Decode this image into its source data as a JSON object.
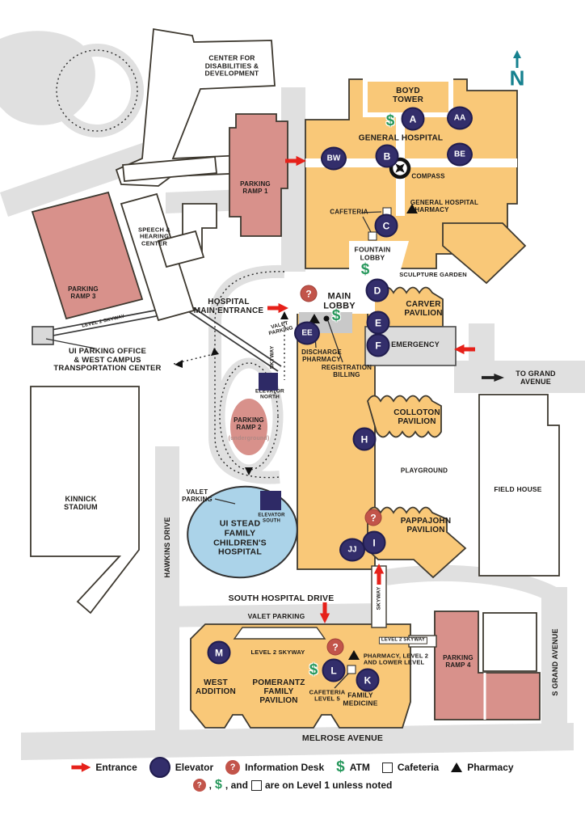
{
  "colors": {
    "building_orange": "#f9c878",
    "parking_pink": "#d8918b",
    "road_gray": "#e0e0e0",
    "elevator_navy": "#332e6b",
    "info_red": "#c2544a",
    "atm_green": "#27985c",
    "children_blue": "#abd3e9",
    "entrance_red": "#e6211a",
    "compass_teal": "#16818f"
  },
  "compass": {
    "n": "N"
  },
  "icons": {
    "atm": "$",
    "info": "?"
  },
  "roads": {
    "hawkins_drive": "HAWKINS DRIVE",
    "melrose_avenue": "MELROSE AVENUE",
    "south_hospital_drive": "SOUTH HOSPITAL DRIVE",
    "s_grand_avenue": "S GRAND AVENUE",
    "to_grand_avenue": "TO GRAND AVENUE"
  },
  "skyways": {
    "level2_west": "LEVEL 2 SKYWAY",
    "skyway_main": "SKYWAY",
    "skyway_south": "SKYWAY",
    "level2_pomerantz": "LEVEL 2 SKYWAY",
    "level2_ramp4": "LEVEL 2 SKYWAY"
  },
  "buildings": {
    "center_for_disabilities": "CENTER FOR\nDISABILITIES &\nDEVELOPMENT",
    "parking_ramp_1": "PARKING\nRAMP 1",
    "speech_hearing": "SPEECH &\nHEARING\nCENTER",
    "parking_ramp_3": "PARKING\nRAMP 3",
    "ui_parking_office": "UI PARKING OFFICE\n& WEST CAMPUS\nTRANSPORTATION CENTER",
    "boyd_tower": "BOYD\nTOWER",
    "general_hospital": "GENERAL HOSPITAL",
    "carver_pavilion": "CARVER\nPAVILION",
    "emergency": "EMERGENCY",
    "colloton_pavilion": "COLLOTON\nPAVILION",
    "field_house": "FIELD HOUSE",
    "kinnick_stadium": "KINNICK\nSTADIUM",
    "childrens_hospital": "UI STEAD\nFAMILY\nCHILDREN'S\nHOSPITAL",
    "pappajohn_pavilion": "PAPPAJOHN\nPAVILION",
    "west_addition": "WEST\nADDITION",
    "pomerantz_pavilion": "POMERANTZ\nFAMILY\nPAVILION",
    "family_medicine": "FAMILY\nMEDICINE",
    "parking_ramp_4": "PARKING\nRAMP 4",
    "parking_ramp_2": "PARKING\nRAMP 2",
    "parking_ramp_2_sub": "(underground)"
  },
  "places": {
    "compass_point": "COMPASS",
    "cafeteria_north": "CAFETERIA",
    "general_hospital_pharmacy": "GENERAL HOSPITAL\nPHARMACY",
    "fountain_lobby": "FOUNTAIN\nLOBBY",
    "sculpture_garden": "SCULPTURE GARDEN",
    "main_lobby": "MAIN\nLOBBY",
    "hospital_main_entrance": "HOSPITAL\nMAIN ENTRANCE",
    "valet_parking_main": "VALET\nPARKING",
    "discharge_pharmacy": "DISCHARGE\nPHARMACY",
    "registration_billing": "REGISTRATION\nBILLING",
    "elevator_north": "ELEVATOR\nNORTH",
    "elevator_south": "ELEVATOR\nSOUTH",
    "playground": "PLAYGROUND",
    "valet_parking_children": "VALET\nPARKING",
    "valet_parking_south": "VALET PARKING",
    "cafeteria_level_5": "CAFETERIA\nLEVEL 5",
    "pharmacy_level_2": "PHARMACY, LEVEL 2\nAND LOWER LEVEL"
  },
  "elevators": {
    "a": "A",
    "aa": "AA",
    "bw": "BW",
    "b": "B",
    "be": "BE",
    "c": "C",
    "d": "D",
    "e": "E",
    "f": "F",
    "ee": "EE",
    "h": "H",
    "i": "I",
    "jj": "JJ",
    "m": "M",
    "l": "L",
    "k": "K"
  },
  "legend": {
    "entrance": "Entrance",
    "elevator": "Elevator",
    "information_desk": "Information Desk",
    "atm": "ATM",
    "cafeteria": "Cafeteria",
    "pharmacy": "Pharmacy",
    "note_comma": ",",
    "note_and": ", and",
    "note_tail": "are on Level 1 unless noted"
  }
}
